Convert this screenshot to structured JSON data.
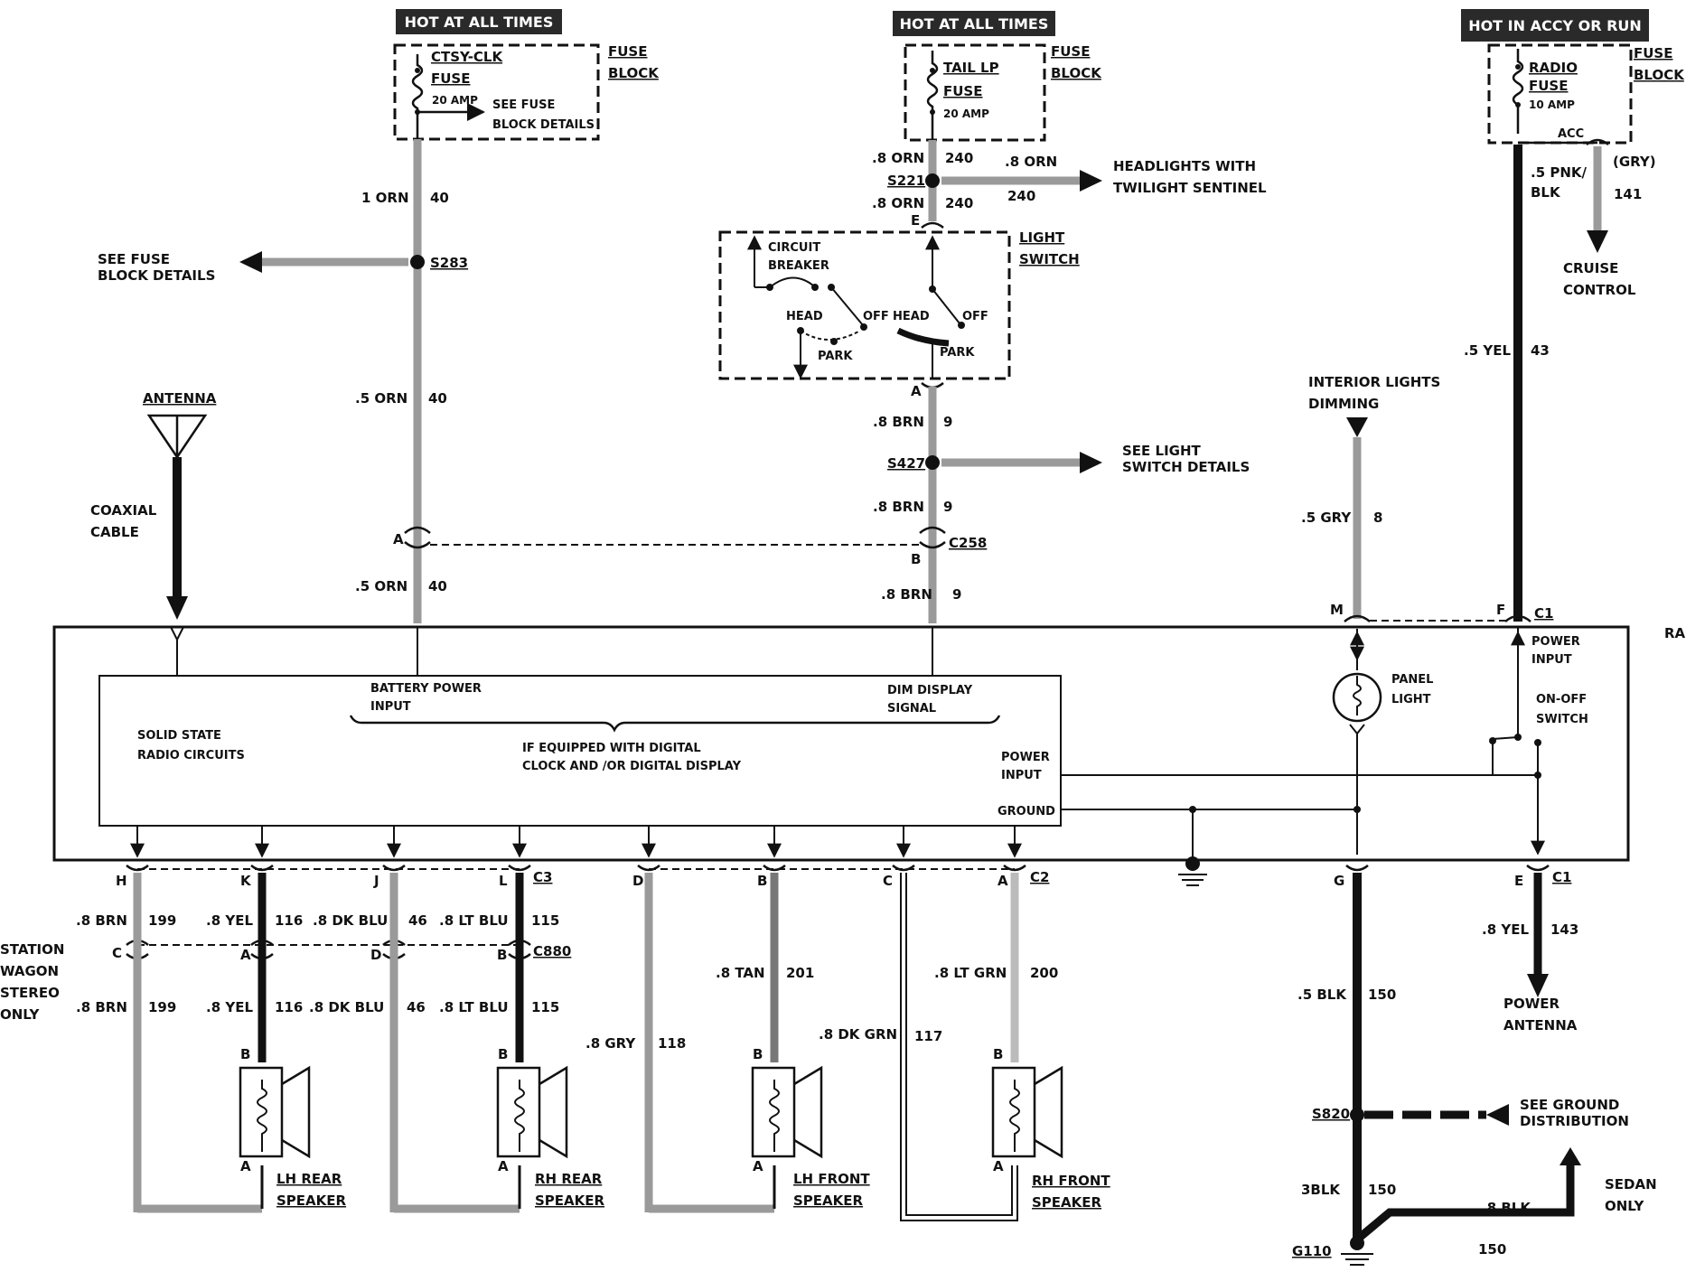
{
  "sources": {
    "left": {
      "header": "HOT AT ALL TIMES",
      "fuse_name_1": "CTSY-CLK",
      "fuse_name_2": "FUSE",
      "amp": "20 AMP",
      "note_1": "SEE FUSE",
      "note_2": "BLOCK DETAILS",
      "block_1": "FUSE",
      "block_2": "BLOCK"
    },
    "mid": {
      "header": "HOT AT ALL TIMES",
      "fuse_name_1": "TAIL LP",
      "fuse_name_2": "FUSE",
      "amp": "20 AMP",
      "block_1": "FUSE",
      "block_2": "BLOCK"
    },
    "right": {
      "header": "HOT IN ACCY OR RUN",
      "fuse_name_1": "RADIO",
      "fuse_name_2": "FUSE",
      "amp": "10 AMP",
      "acc": "ACC",
      "block_1": "FUSE",
      "block_2": "BLOCK"
    }
  },
  "wires": {
    "w40_top": {
      "size": "1 ORN",
      "num": "40"
    },
    "w40_mid": {
      "size": ".5 ORN",
      "num": "40"
    },
    "w40_bot": {
      "size": ".5 ORN",
      "num": "40"
    },
    "w240_a": {
      "size": ".8 ORN",
      "num": "240"
    },
    "w240_b": {
      "size": ".8 ORN",
      "num": "240"
    },
    "w240_c": {
      "size": ".8 ORN",
      "num": "240"
    },
    "w9_a": {
      "size": ".8 BRN",
      "num": "9"
    },
    "w9_b": {
      "size": ".8 BRN",
      "num": "9"
    },
    "w9_c": {
      "size": ".8 BRN",
      "num": "9"
    },
    "w8": {
      "size": ".5 GRY",
      "num": "8"
    },
    "w43": {
      "size": ".5 YEL",
      "num": "43"
    },
    "w141_size_1": ".5 PNK/",
    "w141_size_2": "BLK",
    "w141_num": "141",
    "w141_gry": "(GRY)",
    "w199_a": {
      "size": ".8 BRN",
      "num": "199"
    },
    "w199_b": {
      "size": ".8 BRN",
      "num": "199"
    },
    "w116_a": {
      "size": ".8 YEL",
      "num": "116"
    },
    "w116_b": {
      "size": ".8 YEL",
      "num": "116"
    },
    "w46_a": {
      "size": ".8 DK BLU",
      "num": "46"
    },
    "w46_b": {
      "size": ".8 DK BLU",
      "num": "46"
    },
    "w115_a": {
      "size": ".8 LT BLU",
      "num": "115"
    },
    "w115_b": {
      "size": ".8 LT BLU",
      "num": "115"
    },
    "w118": {
      "size": ".8 GRY",
      "num": "118"
    },
    "w201": {
      "size": ".8 TAN",
      "num": "201"
    },
    "w117": {
      "size": ".8 DK GRN",
      "num": "117"
    },
    "w200": {
      "size": ".8 LT GRN",
      "num": "200"
    },
    "w143": {
      "size": ".8 YEL",
      "num": "143"
    },
    "w150_a": {
      "size": ".5 BLK",
      "num": "150"
    },
    "w150_b": {
      "size": "3BLK",
      "num": "150"
    },
    "w150_c": {
      "size": ".8 BLK",
      "num": "150"
    }
  },
  "splices": {
    "s283": "S283",
    "s221": "S221",
    "s427": "S427",
    "s820": "S820"
  },
  "connectors": {
    "c258": "C258",
    "c1_top": "C1",
    "c1_bot": "C1",
    "c2": "C2",
    "c3": "C3",
    "c880": "C880",
    "g110": "G110"
  },
  "pins": {
    "a_c258": "A",
    "b_c258": "B",
    "e_sw": "E",
    "a_sw": "A",
    "m": "M",
    "f": "F",
    "h": "H",
    "k": "K",
    "j": "J",
    "l": "L",
    "d_top": "D",
    "b_top": "B",
    "c_top": "C",
    "a_top": "A",
    "c_880": "C",
    "a_880": "A",
    "d_880": "D",
    "b_880": "B",
    "g": "G",
    "e_c1": "E",
    "spk1_b": "B",
    "spk1_a": "A",
    "spk2_b": "B",
    "spk2_a": "A",
    "spk3_b": "B",
    "spk3_a": "A",
    "spk4_b": "B",
    "spk4_a": "A"
  },
  "notes": {
    "see_fuse_1": "SEE FUSE",
    "see_fuse_2": "BLOCK DETAILS",
    "headlights_1": "HEADLIGHTS WITH",
    "headlights_2": "TWILIGHT SENTINEL",
    "see_light_1": "SEE LIGHT",
    "see_light_2": "SWITCH DETAILS",
    "cruise_1": "CRUISE",
    "cruise_2": "CONTROL",
    "interior_1": "INTERIOR LIGHTS",
    "interior_2": "DIMMING",
    "antenna": "ANTENNA",
    "coax_1": "COAXIAL",
    "coax_2": "CABLE",
    "station_1": "STATION",
    "station_2": "WAGON",
    "station_3": "STEREO",
    "station_4": "ONLY",
    "power_antenna_1": "POWER",
    "power_antenna_2": "ANTENNA",
    "see_ground_1": "SEE GROUND",
    "see_ground_2": "DISTRIBUTION",
    "sedan_1": "SEDAN",
    "sedan_2": "ONLY"
  },
  "light_switch": {
    "title_1": "LIGHT",
    "title_2": "SWITCH",
    "cb_1": "CIRCUIT",
    "cb_2": "BREAKER",
    "head_l": "HEAD",
    "off_l": "OFF",
    "park_l": "PARK",
    "head_r": "HEAD",
    "off_r": "OFF",
    "park_r": "PARK"
  },
  "radio": {
    "label": "RADIO",
    "battery_1": "BATTERY POWER",
    "battery_2": "INPUT",
    "dim_1": "DIM DISPLAY",
    "dim_2": "SIGNAL",
    "solid_1": "SOLID STATE",
    "solid_2": "RADIO CIRCUITS",
    "digital_1": "IF EQUIPPED WITH DIGITAL",
    "digital_2": "CLOCK AND /OR DIGITAL DISPLAY",
    "power_in_1": "POWER",
    "power_in_2": "INPUT",
    "ground": "GROUND",
    "panel_1": "PANEL",
    "panel_2": "LIGHT",
    "pwr_top_1": "POWER",
    "pwr_top_2": "INPUT",
    "onoff_1": "ON-OFF",
    "onoff_2": "SWITCH"
  },
  "speakers": {
    "lh_rear_1": "LH REAR",
    "lh_rear_2": "SPEAKER",
    "rh_rear_1": "RH REAR",
    "rh_rear_2": "SPEAKER",
    "lh_front_1": "LH FRONT",
    "lh_front_2": "SPEAKER",
    "rh_front_1": "RH FRONT",
    "rh_front_2": "SPEAKER"
  },
  "colors": {
    "line": "#111111",
    "gray_wire": "#9a9a9a",
    "header_bg": "#2a2a2a"
  }
}
